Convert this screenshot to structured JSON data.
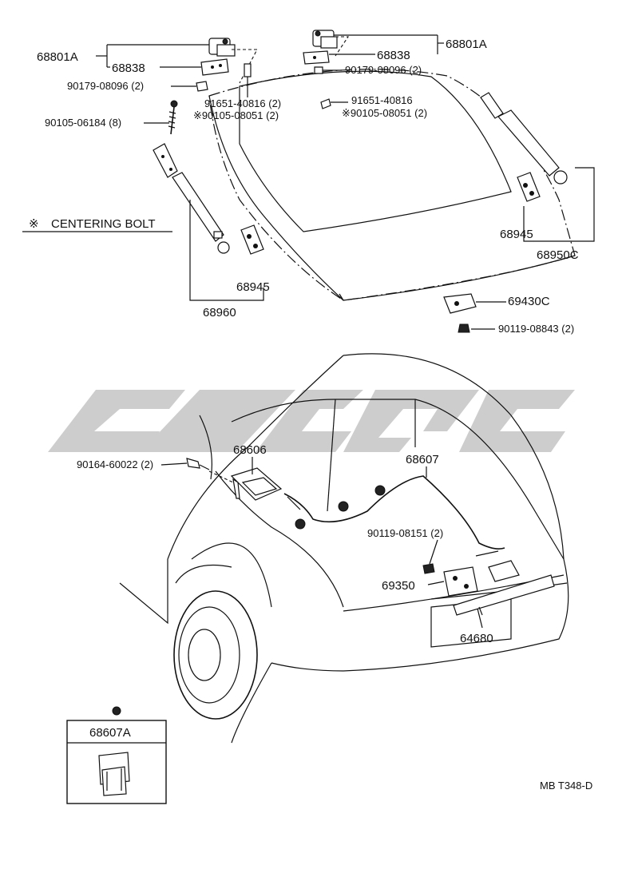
{
  "note": {
    "symbol": "※",
    "text": "CENTERING BOLT"
  },
  "labels": {
    "l68801a_left": "68801A",
    "l68838_left": "68838",
    "l90179_left": "90179-08096 (2)",
    "l90105_06184": "90105-06184 (8)",
    "l91651_left": "91651-40816 (2)",
    "l90105_08051_left": "※90105-08051 (2)",
    "l68945_left": "68945",
    "l68960": "68960",
    "l68801a_right": "68801A",
    "l68838_right": "68838",
    "l90179_right": "90179-08096 (2)",
    "l91651_right": "91651-40816",
    "l90105_08051_right": "※90105-08051 (2)",
    "l68945_right": "68945",
    "l68950c": "68950C",
    "l69430c": "69430C",
    "l90119_08843": "90119-08843 (2)",
    "l90164": "90164-60022 (2)",
    "l68606": "68606",
    "l68607": "68607",
    "l90119_08151": "90119-08151 (2)",
    "l69350": "69350",
    "l64680": "64680",
    "l68607a": "68607A"
  },
  "diagram_code": "MB T348-D",
  "watermark": {
    "color": "#c8c8c8"
  }
}
